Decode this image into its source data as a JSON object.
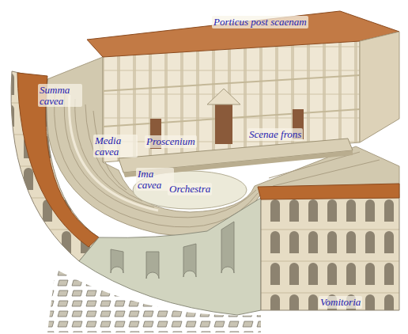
{
  "diagram": {
    "labels": [
      "Porticus post scaenam",
      "Summa cavea",
      "Media cavea",
      "Proscenium",
      "Scenae frons",
      "Ima cavea",
      "Orchestra",
      "Vomitoria"
    ]
  }
}
